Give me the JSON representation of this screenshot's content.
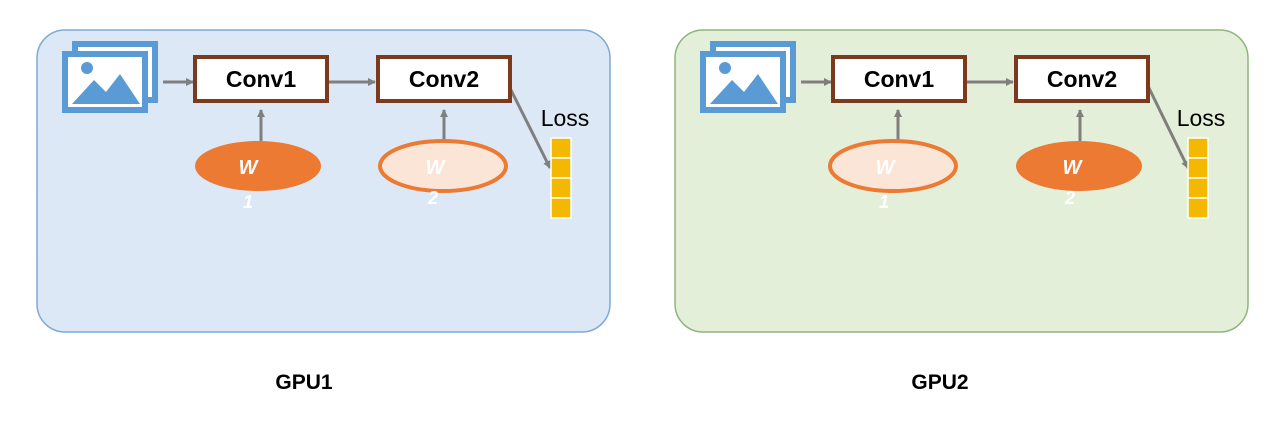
{
  "panels": [
    {
      "gpu_label": "GPU1",
      "bg_color": "#dce8f5",
      "border_color": "#7fa9d6",
      "conv1_label": "Conv1",
      "conv2_label": "Conv2",
      "loss_label": "Loss",
      "weights": [
        {
          "symbol": "W",
          "subscript": "1",
          "style": "filled"
        },
        {
          "symbol": "W",
          "subscript": "2",
          "style": "outline"
        }
      ],
      "icon": "image-stack-icon"
    },
    {
      "gpu_label": "GPU2",
      "bg_color": "#e3efd9",
      "border_color": "#8fb57d",
      "conv1_label": "Conv1",
      "conv2_label": "Conv2",
      "loss_label": "Loss",
      "weights": [
        {
          "symbol": "W",
          "subscript": "1",
          "style": "outline"
        },
        {
          "symbol": "W",
          "subscript": "2",
          "style": "filled"
        }
      ],
      "icon": "image-stack-icon"
    }
  ],
  "colors": {
    "conv_border": "#7b3a1e",
    "weight_fill": "#ec7a33",
    "weight_light": "#fbe5d6",
    "loss_cell": "#f5b800",
    "arrow": "#7f7f7f",
    "icon": "#5b9bd5"
  }
}
